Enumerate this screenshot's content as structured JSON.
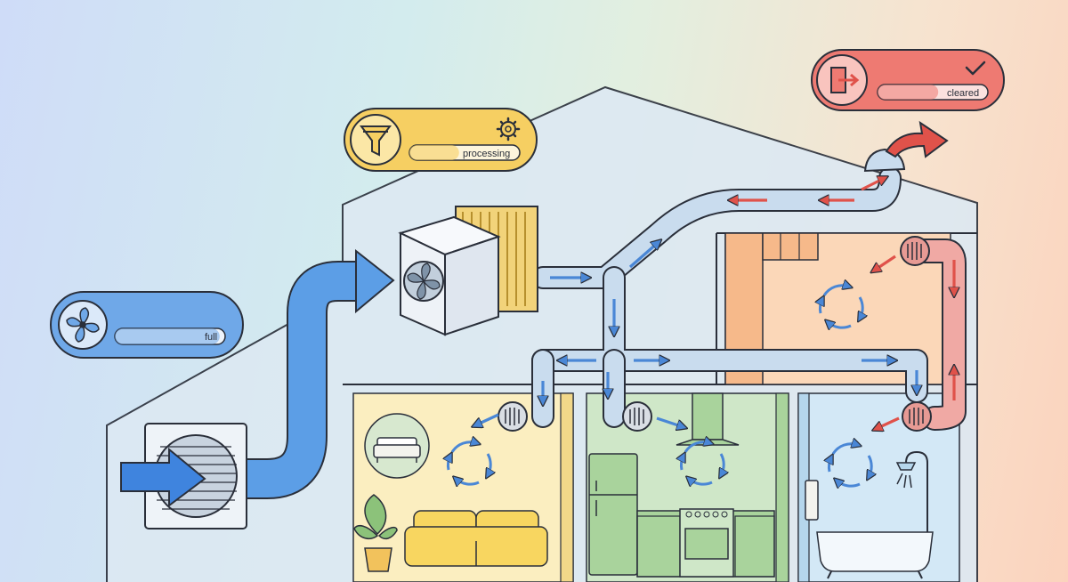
{
  "intake_panel": {
    "icon": "fan-icon",
    "status": "full",
    "level": 0.95,
    "color": "#6fa8e8"
  },
  "filter_panel": {
    "icon": "funnel-icon",
    "gear": "gear-icon",
    "status": "processing",
    "level": 0.45,
    "color": "#f6cf62"
  },
  "exhaust_panel": {
    "icon": "exit-door-icon",
    "check": "checkmark-icon",
    "status": "cleared",
    "level": 0.55,
    "color": "#ee7a72"
  },
  "colors": {
    "fresh_air": "#5c9ee6",
    "supply_duct": "#c9dcee",
    "exhaust_air": "#e0524a",
    "exhaust_duct": "#f0a9a4",
    "living_room": "#fbeec0",
    "kitchen": "#cfe7c8",
    "bathroom": "#d3e8f6",
    "upper_room": "#fbd7b8",
    "outline": "#2a2f3a"
  },
  "rooms": [
    "living-room",
    "kitchen",
    "bathroom",
    "upper-room"
  ]
}
